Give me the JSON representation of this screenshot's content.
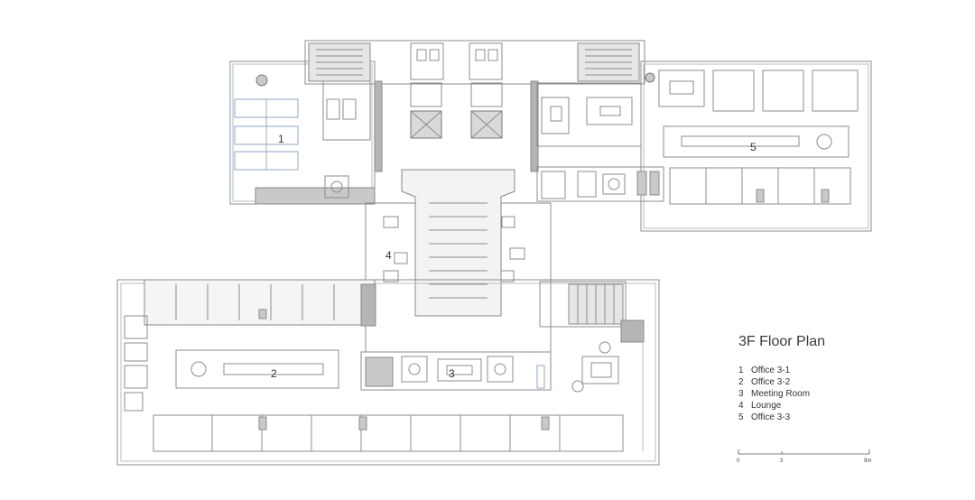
{
  "title": "3F Floor Plan",
  "legend": [
    {
      "num": "1",
      "label": "Office 3-1"
    },
    {
      "num": "2",
      "label": "Office 3-2"
    },
    {
      "num": "3",
      "label": "Meeting Room"
    },
    {
      "num": "4",
      "label": "Lounge"
    },
    {
      "num": "5",
      "label": "Office 3-3"
    }
  ],
  "room_labels": [
    "1",
    "2",
    "3",
    "4",
    "5"
  ],
  "scale": {
    "ticks": [
      "0",
      "3",
      "9m"
    ]
  },
  "colors": {
    "wall": "#9a9a9a",
    "wall_fill": "#b5b5b5",
    "line": "#8c8c8c",
    "glass": "#8fa6c8"
  }
}
